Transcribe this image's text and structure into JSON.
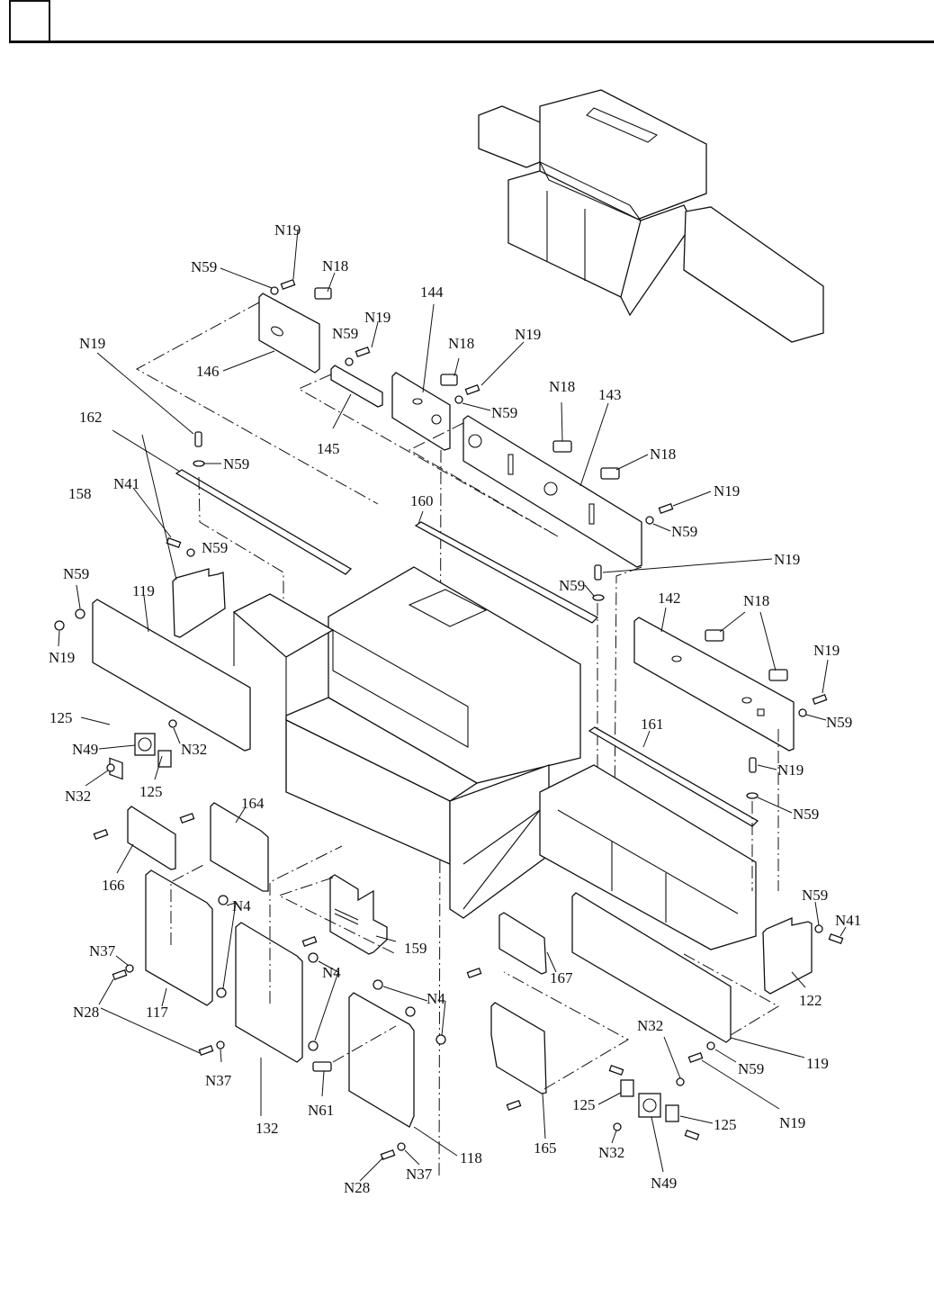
{
  "header": {
    "section_number": ""
  },
  "diagram": {
    "title": "Exploded view – frame covers and panels",
    "labels": [
      {
        "id": "l1",
        "text": "N19"
      },
      {
        "id": "l2",
        "text": "N59"
      },
      {
        "id": "l3",
        "text": "N18"
      },
      {
        "id": "l4",
        "text": "146"
      },
      {
        "id": "l5",
        "text": "N59"
      },
      {
        "id": "l6",
        "text": "N19"
      },
      {
        "id": "l7",
        "text": "145"
      },
      {
        "id": "l8",
        "text": "144"
      },
      {
        "id": "l9",
        "text": "N18"
      },
      {
        "id": "l10",
        "text": "N19"
      },
      {
        "id": "l11",
        "text": "N59"
      },
      {
        "id": "l12",
        "text": "N18"
      },
      {
        "id": "l13",
        "text": "143"
      },
      {
        "id": "l14",
        "text": "N18"
      },
      {
        "id": "l15",
        "text": "N19"
      },
      {
        "id": "l16",
        "text": "N59"
      },
      {
        "id": "l17",
        "text": "N19"
      },
      {
        "id": "l18",
        "text": "N19"
      },
      {
        "id": "l19",
        "text": "162"
      },
      {
        "id": "l20",
        "text": "N59"
      },
      {
        "id": "l21",
        "text": "158"
      },
      {
        "id": "l22",
        "text": "N41"
      },
      {
        "id": "l23",
        "text": "N59"
      },
      {
        "id": "l24",
        "text": "160"
      },
      {
        "id": "l25",
        "text": "N59"
      },
      {
        "id": "l26",
        "text": "N59"
      },
      {
        "id": "l27",
        "text": "119"
      },
      {
        "id": "l28",
        "text": "N19"
      },
      {
        "id": "l29",
        "text": "142"
      },
      {
        "id": "l30",
        "text": "N18"
      },
      {
        "id": "l31",
        "text": "N19"
      },
      {
        "id": "l32",
        "text": "N59"
      },
      {
        "id": "l33",
        "text": "125"
      },
      {
        "id": "l34",
        "text": "N49"
      },
      {
        "id": "l35",
        "text": "N32"
      },
      {
        "id": "l36",
        "text": "N32"
      },
      {
        "id": "l37",
        "text": "125"
      },
      {
        "id": "l38",
        "text": "161"
      },
      {
        "id": "l39",
        "text": "N19"
      },
      {
        "id": "l40",
        "text": "N59"
      },
      {
        "id": "l41",
        "text": "164"
      },
      {
        "id": "l42",
        "text": "166"
      },
      {
        "id": "l43",
        "text": "N4"
      },
      {
        "id": "l44",
        "text": "N37"
      },
      {
        "id": "l45",
        "text": "N28"
      },
      {
        "id": "l46",
        "text": "117"
      },
      {
        "id": "l47",
        "text": "159"
      },
      {
        "id": "l48",
        "text": "N4"
      },
      {
        "id": "l49",
        "text": "N4"
      },
      {
        "id": "l50",
        "text": "167"
      },
      {
        "id": "l51",
        "text": "N59"
      },
      {
        "id": "l52",
        "text": "N41"
      },
      {
        "id": "l53",
        "text": "122"
      },
      {
        "id": "l54",
        "text": "N37"
      },
      {
        "id": "l55",
        "text": "132"
      },
      {
        "id": "l56",
        "text": "N61"
      },
      {
        "id": "l57",
        "text": "118"
      },
      {
        "id": "l58",
        "text": "165"
      },
      {
        "id": "l59",
        "text": "N32"
      },
      {
        "id": "l60",
        "text": "N59"
      },
      {
        "id": "l61",
        "text": "119"
      },
      {
        "id": "l62",
        "text": "N19"
      },
      {
        "id": "l63",
        "text": "125"
      },
      {
        "id": "l64",
        "text": "125"
      },
      {
        "id": "l65",
        "text": "N32"
      },
      {
        "id": "l66",
        "text": "N49"
      },
      {
        "id": "l67",
        "text": "N28"
      },
      {
        "id": "l68",
        "text": "N37"
      }
    ]
  }
}
